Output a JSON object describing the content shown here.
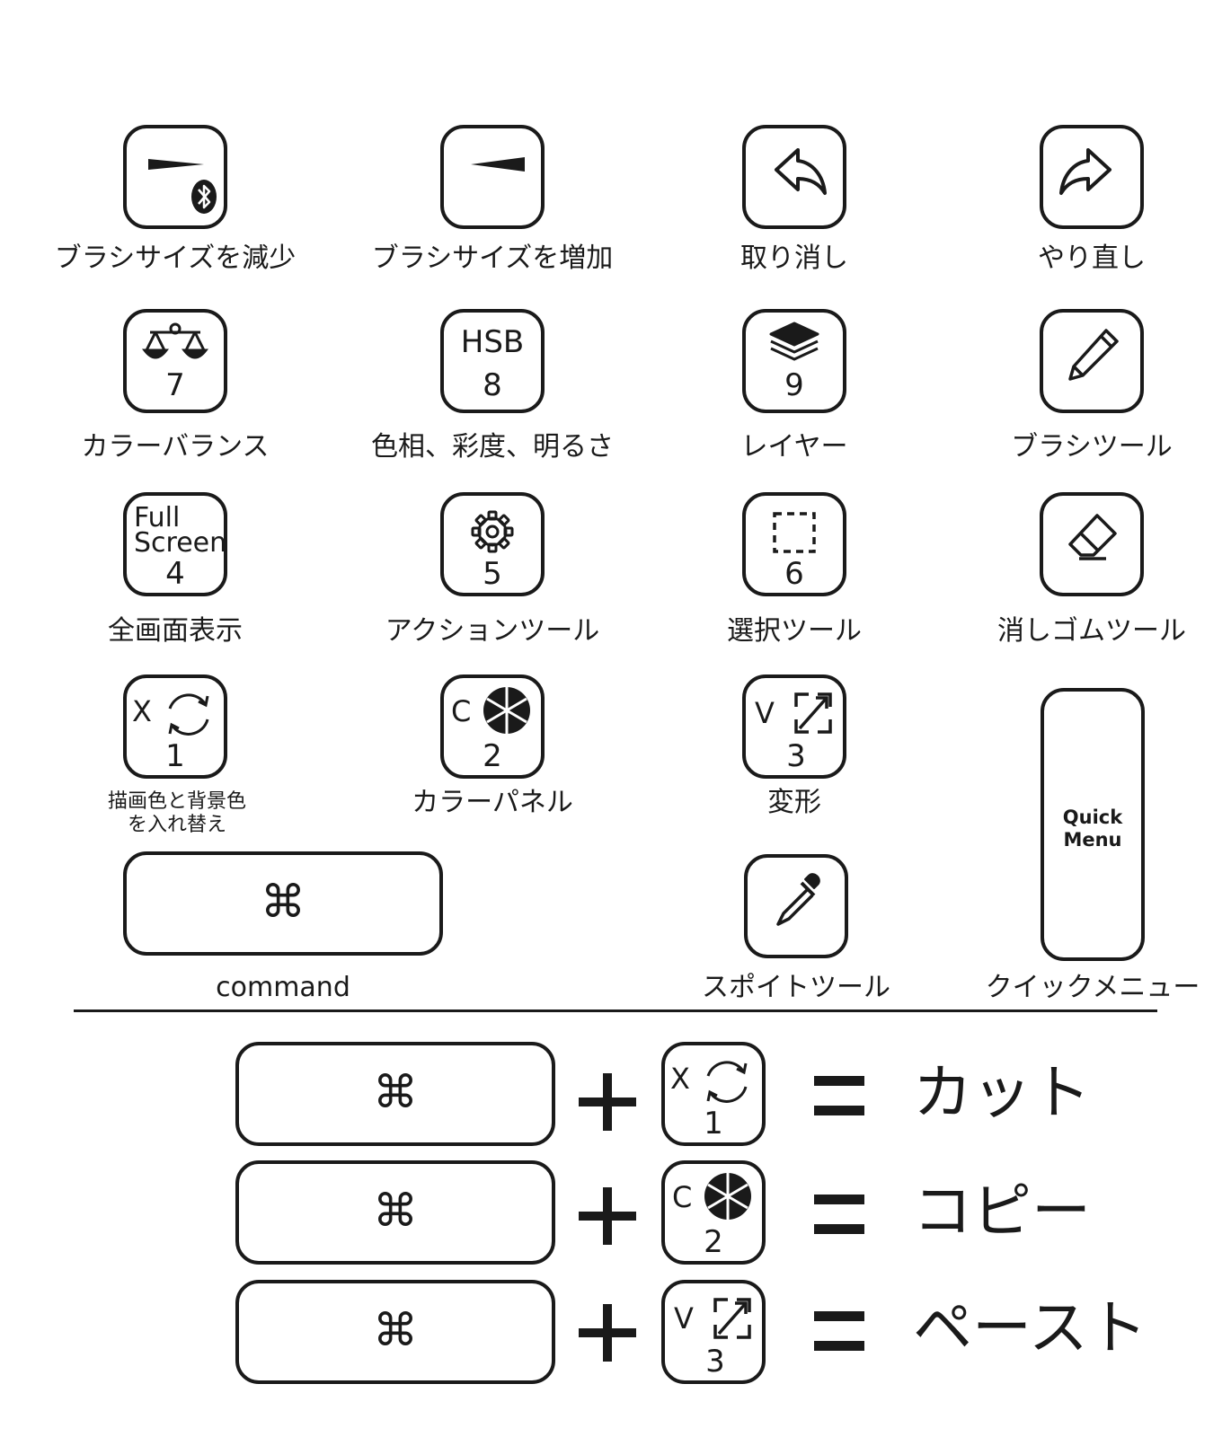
{
  "keys": {
    "brush_decrease": {
      "label": "ブラシサイズを減少"
    },
    "brush_increase": {
      "label": "ブラシサイズを増加"
    },
    "undo": {
      "label": "取り消し"
    },
    "redo": {
      "label": "やり直し"
    },
    "color_balance": {
      "label": "カラーバランス",
      "number": "7"
    },
    "hsb": {
      "label": "色相、彩度、明るさ",
      "text": "HSB",
      "number": "8"
    },
    "layers": {
      "label": "レイヤー",
      "number": "9"
    },
    "brush_tool": {
      "label": "ブラシツール"
    },
    "fullscreen": {
      "label": "全画面表示",
      "line1": "Full",
      "line2": "Screen",
      "number": "4"
    },
    "action_tool": {
      "label": "アクションツール",
      "number": "5"
    },
    "select_tool": {
      "label": "選択ツール",
      "number": "6"
    },
    "eraser_tool": {
      "label": "消しゴムツール"
    },
    "swap_colors": {
      "label": "描画色と背景色を入れ替え",
      "letter": "X",
      "number": "1"
    },
    "color_panel": {
      "label": "カラーパネル",
      "letter": "C",
      "number": "2"
    },
    "transform": {
      "label": "変形",
      "letter": "V",
      "number": "3"
    },
    "quick_menu": {
      "label": "クイックメニュー",
      "line1": "Quick",
      "line2": "Menu"
    },
    "command": {
      "label": "command",
      "symbol": "⌘"
    },
    "eyedropper": {
      "label": "スポイトツール"
    }
  },
  "combos": [
    {
      "symbol": "⌘",
      "letter": "X",
      "number": "1",
      "result": "カット"
    },
    {
      "symbol": "⌘",
      "letter": "C",
      "number": "2",
      "result": "コピー"
    },
    {
      "symbol": "⌘",
      "letter": "V",
      "number": "3",
      "result": "ペースト"
    }
  ]
}
